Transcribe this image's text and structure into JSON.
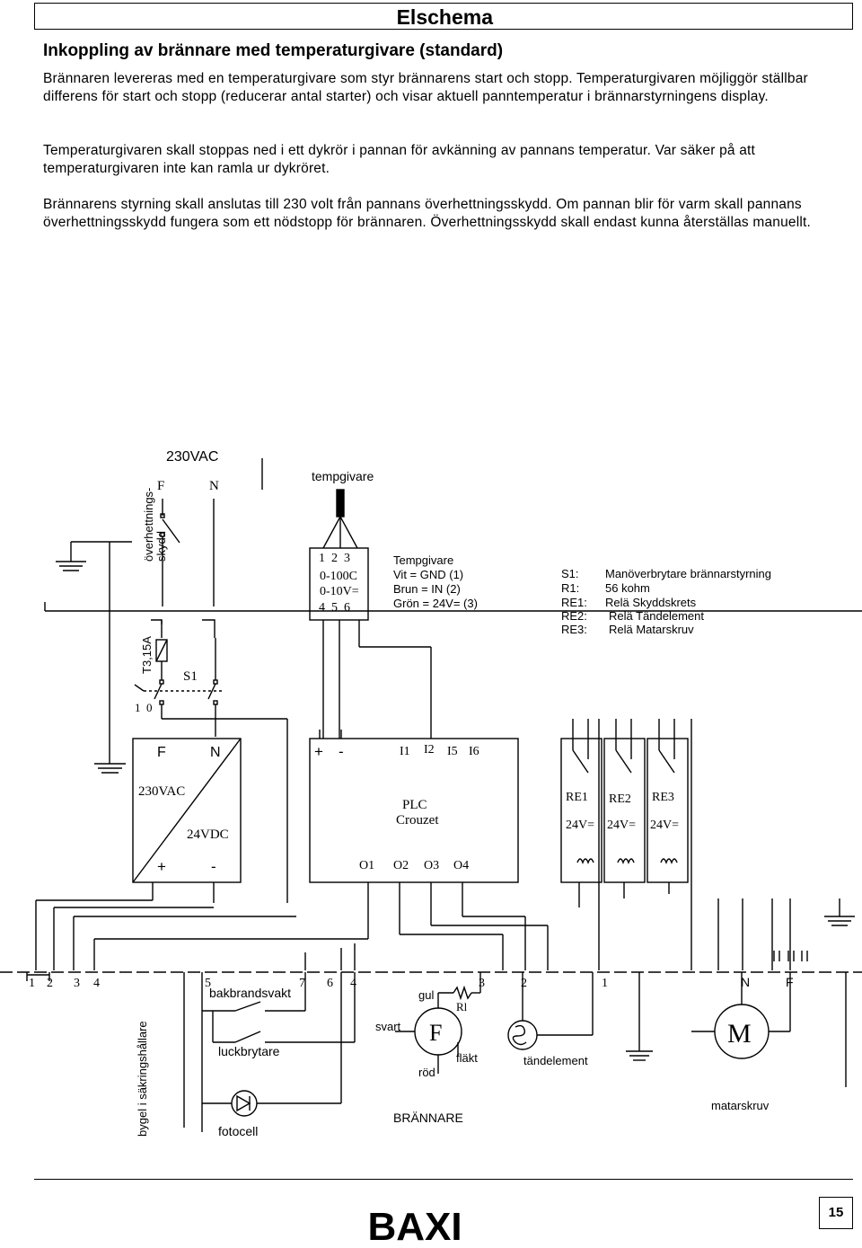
{
  "header": {
    "title": "Elschema"
  },
  "section": {
    "title": "Inkoppling av brännare med temperaturgivare (standard)",
    "paragraphs": [
      "Brännaren levereras med en temperaturgivare som styr brännarens start och stopp. Temperaturgivaren möjliggör ställbar differens för start och stopp (reducerar antal starter) och visar aktuell panntemperatur i brännarstyrningens display.",
      "Temperaturgivaren skall stoppas ned i ett dykrör i pannan för avkänning av pannans temperatur. Var säker på att temperaturgivaren inte kan ramla ur dykröret.",
      "Brännarens styrning skall anslutas till 230 volt från pannans överhettningsskydd. Om pannan blir för varm skall pannans överhettningsskydd fungera som ett nödstopp för brännaren. Överhettningsskydd skall endast kunna återställas manuellt."
    ]
  },
  "diagram": {
    "supply": {
      "label": "230VAC",
      "f": "F",
      "n": "N"
    },
    "overheat_label_1": "överhettnings-",
    "overheat_label_2": "skydd",
    "fuse_label": "T3,15A",
    "switch_label": "S1",
    "switch_pos_1": "1",
    "switch_pos_0": "0",
    "sensor_label": "tempgivare",
    "sensor_terminals": {
      "top": "1  2  3",
      "range1": "0-100C",
      "range2": "0-10V=",
      "bottom": "4  5  6"
    },
    "sensor_legend": [
      "Tempgivare",
      "Vit = GND (1)",
      "Brun = IN (2)",
      "Grön = 24V= (3)"
    ],
    "component_legend": [
      {
        "code": "S1:",
        "desc": "Manöverbrytare brännarstyrning"
      },
      {
        "code": "R1:",
        "desc": "56 kohm"
      },
      {
        "code": "RE1:",
        "desc": "Relä Skyddskrets"
      },
      {
        "code": "RE2:",
        "desc": "Relä Tändelement"
      },
      {
        "code": "RE3:",
        "desc": "Relä Matarskruv"
      }
    ],
    "psu": {
      "f": "F",
      "n": "N",
      "in": "230VAC",
      "out": "24VDC",
      "plus": "+",
      "minus": "-"
    },
    "plc": {
      "plus": "+",
      "minus": "-",
      "inputs": [
        "I1",
        "I2",
        "I5",
        "I6"
      ],
      "name1": "PLC",
      "name2": "Crouzet",
      "outputs": [
        "O1",
        "O2",
        "O3",
        "O4"
      ]
    },
    "relays": [
      {
        "name": "RE1",
        "voltage": "24V="
      },
      {
        "name": "RE2",
        "voltage": "24V="
      },
      {
        "name": "RE3",
        "voltage": "24V="
      }
    ],
    "terminals_left": [
      "1",
      "2",
      "3",
      "4"
    ],
    "terminals_right": [
      "5",
      "7",
      "6",
      "4",
      "3",
      "2",
      "1",
      "N",
      "F"
    ],
    "bygel_label": "bygel i säkringshållare",
    "bakbrand_label": "bakbrandsvakt",
    "luck_label": "luckbrytare",
    "fotocell_label": "fotocell",
    "gul_label": "gul",
    "r1_label": "Rl",
    "svart_label": "svart",
    "fan_symbol": "F",
    "flakt_label": "fläkt",
    "rod_label": "röd",
    "tand_label": "tändelement",
    "motor_symbol": "M",
    "motor_label": "matarskruv",
    "burner_label": "BRÄNNARE"
  },
  "footer": {
    "page": "15",
    "brand": "BAXI"
  }
}
